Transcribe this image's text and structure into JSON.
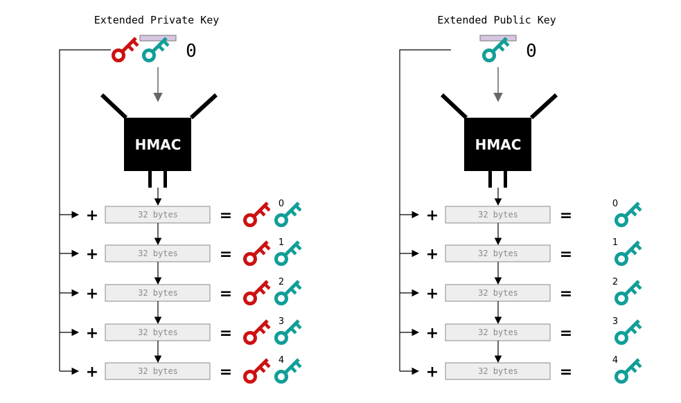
{
  "panels": [
    {
      "title": "Extended Private Key",
      "parent_index": "0",
      "keys": [
        "private",
        "public"
      ],
      "hmac_label": "HMAC",
      "plus": "+",
      "equals": "=",
      "rows": [
        {
          "bytes": "32 bytes",
          "index": "0"
        },
        {
          "bytes": "32 bytes",
          "index": "1"
        },
        {
          "bytes": "32 bytes",
          "index": "2"
        },
        {
          "bytes": "32 bytes",
          "index": "3"
        },
        {
          "bytes": "32 bytes",
          "index": "4"
        }
      ]
    },
    {
      "title": "Extended Public Key",
      "parent_index": "0",
      "keys": [
        "public"
      ],
      "hmac_label": "HMAC",
      "plus": "+",
      "equals": "=",
      "rows": [
        {
          "bytes": "32 bytes",
          "index": "0"
        },
        {
          "bytes": "32 bytes",
          "index": "1"
        },
        {
          "bytes": "32 bytes",
          "index": "2"
        },
        {
          "bytes": "32 bytes",
          "index": "3"
        },
        {
          "bytes": "32 bytes",
          "index": "4"
        }
      ]
    }
  ],
  "colors": {
    "private_key": "#cc1111",
    "public_key": "#119e98",
    "chain_code_bar": "#d6c6e0",
    "hmac_box": "#000000",
    "bytes_box_fill": "#eeeeee",
    "bytes_box_stroke": "#8a8a8a",
    "bytes_text": "#8a8a8a",
    "arrow_gray": "#666666"
  }
}
